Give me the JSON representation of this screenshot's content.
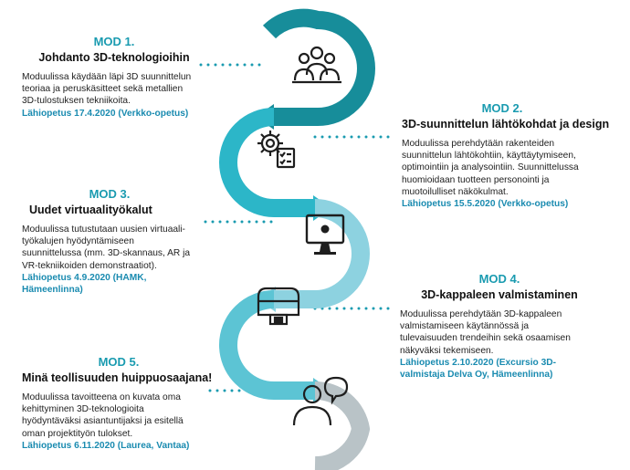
{
  "colors": {
    "teal_dark": "#178d9a",
    "teal_mid": "#2cb6c8",
    "teal_light": "#8dd2e0",
    "gray_arc": "#b9c3c7",
    "accent_text": "#1a9bb0",
    "date_text": "#1a8bb0",
    "icon": "#1e1e1e"
  },
  "modules": [
    {
      "label": "MOD 1.",
      "title": "Johdanto 3D-teknologioihin",
      "desc": [
        "Moduulissa käydään läpi 3D suunnittelun",
        "teoriaa ja peruskäsitteet sekä metallien",
        "3D-tulostuksen tekniikoita."
      ],
      "date": [
        "Lähiopetus 17.4.2020 (Verkko-opetus)"
      ],
      "icon": "people-group-icon"
    },
    {
      "label": "MOD 2.",
      "title": "3D-suunnittelun lähtökohdat ja design",
      "desc": [
        "Moduulissa perehdytään rakenteiden",
        "suunnittelun lähtökohtiin, käyttäytymiseen,",
        "optimointiin ja analysointiin. Suunnittelussa",
        "huomioidaan tuotteen personointi ja",
        "muotoilulliset näkökulmat."
      ],
      "date": [
        "Lähiopetus 15.5.2020 (Verkko-opetus)"
      ],
      "icon": "gear-checklist-icon"
    },
    {
      "label": "MOD 3.",
      "title": "Uudet virtuaalityökalut",
      "desc": [
        "Moduulissa tutustutaan uusien virtuaali-",
        "työkalujen hyödyntämiseen",
        "suunnittelussa (mm. 3D-skannaus, AR ja",
        "VR-tekniikoiden demonstraatiot)."
      ],
      "date": [
        "Lähiopetus 4.9.2020 (HAMK,",
        "Hämeenlinna)"
      ],
      "icon": "computer-monitor-icon"
    },
    {
      "label": "MOD 4.",
      "title": "3D-kappaleen valmistaminen",
      "desc": [
        "Moduulissa perehdytään 3D-kappaleen",
        "valmistamiseen käytännössä ja",
        "tulevaisuuden trendeihin sekä osaamisen",
        "näkyväksi tekemiseen."
      ],
      "date": [
        "Lähiopetus 2.10.2020 (Excursio 3D-",
        "valmistaja Delva Oy, Hämeenlinna)"
      ],
      "icon": "3d-printer-icon"
    },
    {
      "label": "MOD 5.",
      "title": "Minä teollisuuden huippuosaajana!",
      "desc": [
        "Moduulissa tavoitteena on kuvata oma",
        "kehittyminen 3D-teknologioita",
        "hyödyntäväksi asiantuntijaksi ja esitellä",
        "oman projektityön tulokset."
      ],
      "date": [
        "Lähiopetus 6.11.2020 (Laurea, Vantaa)"
      ],
      "icon": "person-speech-icon"
    }
  ]
}
